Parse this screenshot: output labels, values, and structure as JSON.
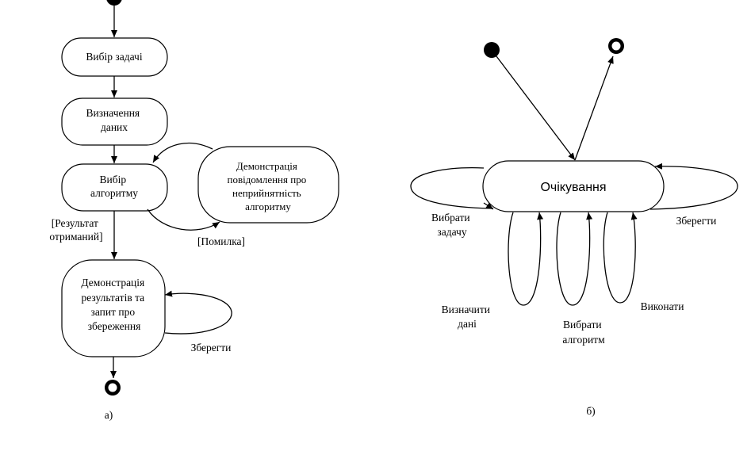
{
  "diagram_a": {
    "states": {
      "choose_task": "Вибір задачі",
      "define_data": [
        "Визначення",
        "даних"
      ],
      "choose_algorithm": [
        "Вибір",
        "алгоритму"
      ],
      "error_message": [
        "Демонстрація",
        "повідомлення про",
        "неприйнятність",
        "алгоритму"
      ],
      "show_results": [
        "Демонстрація",
        "результатів та",
        "запит про",
        "збереження"
      ]
    },
    "transitions": {
      "result_received": [
        "[Результат",
        "отриманий]"
      ],
      "error": "[Помилка]",
      "save": "Зберегти"
    },
    "caption": "а)"
  },
  "diagram_b": {
    "state": "Очікування",
    "transitions": {
      "choose_task": [
        "Вибрати",
        "задачу"
      ],
      "define_data": [
        "Визначити",
        "дані"
      ],
      "choose_algorithm": [
        "Вибрати",
        "алгоритм"
      ],
      "execute": "Виконати",
      "save": "Зберегти"
    },
    "caption": "б)"
  }
}
